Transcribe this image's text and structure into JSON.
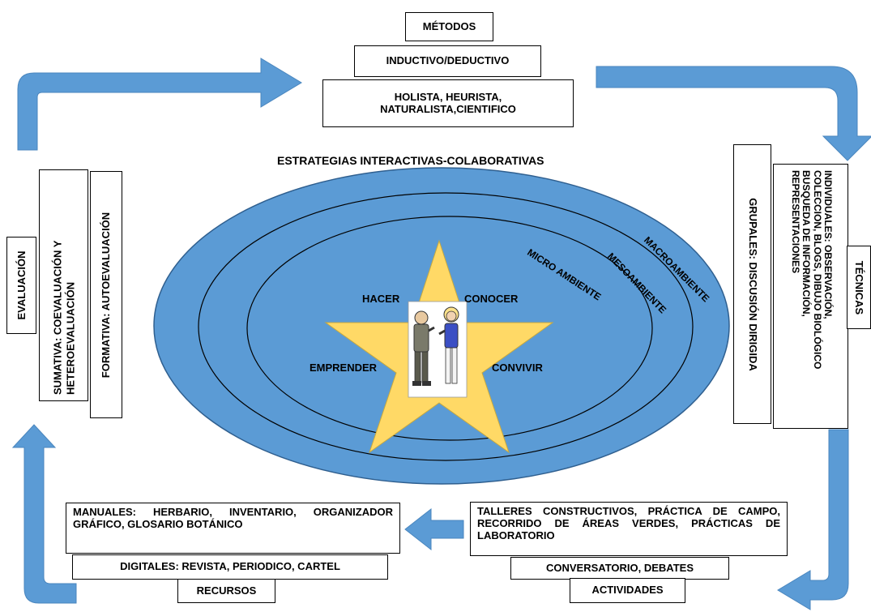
{
  "metodos": {
    "title": "MÉTODOS",
    "inductivo": "INDUCTIVO/DEDUCTIVO",
    "holista_line1": "HOLISTA, HEURISTA,",
    "holista_line2": "NATURALISTA,CIENTIFICO"
  },
  "center_title": "ESTRATEGIAS INTERACTIVAS-COLABORATIVAS",
  "ambientes": {
    "macro": "MACROAMBIENTE",
    "meso": "MESOAMBIENTE",
    "micro": "MICRO AMBIENTE"
  },
  "star": {
    "hacer": "HACER",
    "conocer": "CONOCER",
    "emprender": "EMPRENDER",
    "convivir": "CONVIVIR"
  },
  "evaluacion": {
    "title": "EVALUACIÓN",
    "sumativa_line1": "SUMATIVA: COEVALUACIÓN Y",
    "sumativa_line2": "HETEROEVALUACIÓN",
    "formativa": "FORMATIVA: AUTOEVALUACIÓN"
  },
  "tecnicas": {
    "title": "TÉCNICAS",
    "grupales": "GRUPALES: DISCUSIÓN DIRIGIDA",
    "individuales_line1": "INDIVIDUALES: OBSERVACIÓN,",
    "individuales_line2": "COLECCION, BLOGS, DIBUJO BIOLÓGICO",
    "individuales_line3": "BUSQUEDA DE INFORMACIÓN,",
    "individuales_line4": "REPRESENTACIONES"
  },
  "recursos": {
    "title": "RECURSOS",
    "manuales": "MANUALES: HERBARIO, INVENTARIO, ORGANIZADOR GRÁFICO, GLOSARIO BOTÁNICO",
    "digitales": "DIGITALES: REVISTA, PERIODICO, CARTEL"
  },
  "actividades": {
    "title": "ACTIVIDADES",
    "talleres": "TALLERES CONSTRUCTIVOS, PRÁCTICA DE CAMPO, RECORRIDO DE ÁREAS VERDES, PRÁCTICAS DE LABORATORIO",
    "conversatorio": "CONVERSATORIO, DEBATES"
  },
  "colors": {
    "arrow": "#5b9bd5",
    "ellipse": "#5b9bd5",
    "star": "#ffd966",
    "outline": "#000000"
  },
  "icons": {
    "people": "two-cartoon-people-icon"
  }
}
